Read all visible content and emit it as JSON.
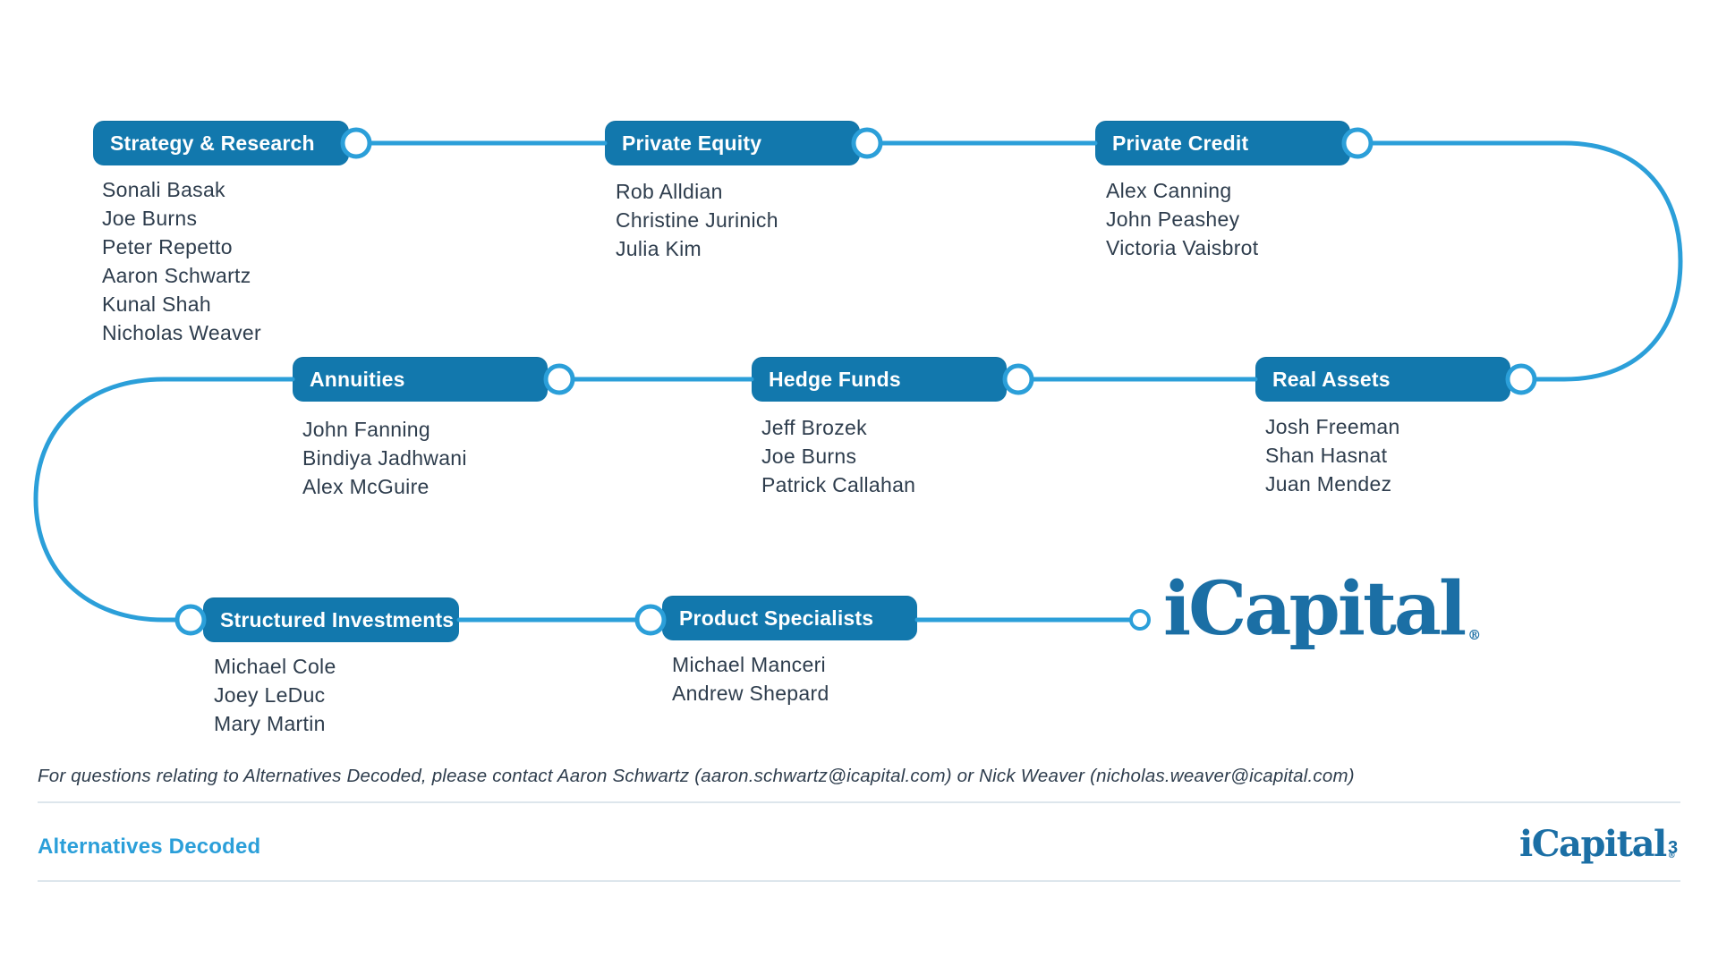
{
  "teams": [
    {
      "id": "strategy-research",
      "label": "Strategy & Research",
      "members": [
        "Sonali Basak",
        "Joe Burns",
        "Peter Repetto",
        "Aaron Schwartz",
        "Kunal Shah",
        "Nicholas Weaver"
      ]
    },
    {
      "id": "private-equity",
      "label": "Private Equity",
      "members": [
        "Rob Alldian",
        "Christine Jurinich",
        "Julia Kim"
      ]
    },
    {
      "id": "private-credit",
      "label": "Private Credit",
      "members": [
        "Alex Canning",
        "John Peashey",
        "Victoria Vaisbrot"
      ]
    },
    {
      "id": "annuities",
      "label": "Annuities",
      "members": [
        "John Fanning",
        "Bindiya Jadhwani",
        "Alex McGuire"
      ]
    },
    {
      "id": "hedge-funds",
      "label": "Hedge Funds",
      "members": [
        "Jeff Brozek",
        "Joe Burns",
        "Patrick Callahan"
      ]
    },
    {
      "id": "real-assets",
      "label": "Real Assets",
      "members": [
        "Josh Freeman",
        "Shan Hasnat",
        "Juan Mendez"
      ]
    },
    {
      "id": "structured-investments",
      "label": "Structured Investments",
      "members": [
        "Michael Cole",
        "Joey LeDuc",
        "Mary Martin"
      ]
    },
    {
      "id": "product-specialists",
      "label": "Product Specialists",
      "members": [
        "Michael Manceri",
        "Andrew Shepard"
      ]
    }
  ],
  "logo": {
    "text": "iCapital",
    "registered": "®"
  },
  "footer": {
    "note": "For questions relating to Alternatives Decoded, please contact Aaron Schwartz (aaron.schwartz@icapital.com) or Nick Weaver (nicholas.weaver@icapital.com)",
    "deck_title": "Alternatives Decoded",
    "page_number": "3"
  },
  "colors": {
    "box_blue": "#1278ad",
    "line_blue": "#2b9fd9",
    "logo_blue": "#1b6fa5",
    "text_dark": "#2e3d4d"
  }
}
